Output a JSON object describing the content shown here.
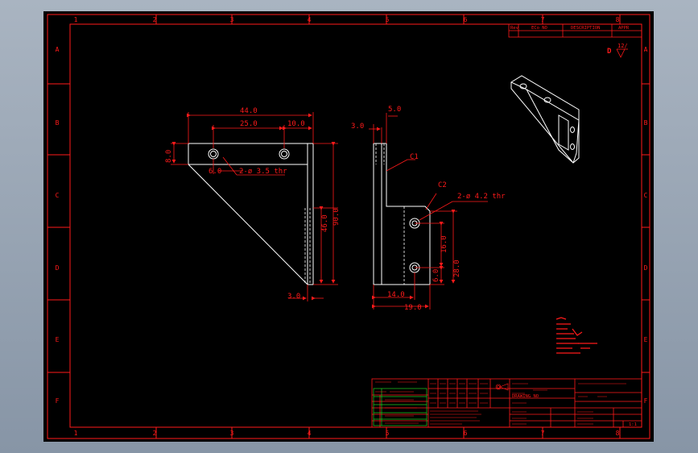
{
  "border": {
    "columns": [
      "1",
      "2",
      "3",
      "4",
      "5",
      "6",
      "7",
      "8"
    ],
    "rows": [
      "A",
      "B",
      "C",
      "D",
      "E",
      "F"
    ]
  },
  "revision_table": {
    "headers": [
      "Rev",
      "ECo NO",
      "DESCRIPTION",
      "APPR"
    ]
  },
  "roughness": {
    "letter": "D",
    "value": "12/"
  },
  "front_view": {
    "dims": {
      "overall_width": "44.0",
      "hole_spacing": "25.0",
      "edge_to_hole": "10.0",
      "top_height": "8.0",
      "hole_offset": "6.0",
      "hole_callout": "2-ø 3.5 thr",
      "inner_height": "46.0",
      "overall_height": "90.0",
      "bottom_thickness": "3.0"
    }
  },
  "side_view": {
    "dims": {
      "width": "5.0",
      "thickness": "3.0",
      "chamfer1": "C1",
      "chamfer2": "C2",
      "hole_callout": "2-ø 4.2 thr",
      "hole_spacing": "16.0",
      "bottom_offset": "6.0",
      "overall": "28.0",
      "hole_x": "14.0",
      "overall_width": "19.0"
    }
  },
  "title_block": {
    "title_text": "DRAWING NO",
    "scale": "1:1"
  },
  "colors": {
    "line": "#ff1a1a",
    "part": "#ffffff",
    "sheet": "#000000"
  }
}
